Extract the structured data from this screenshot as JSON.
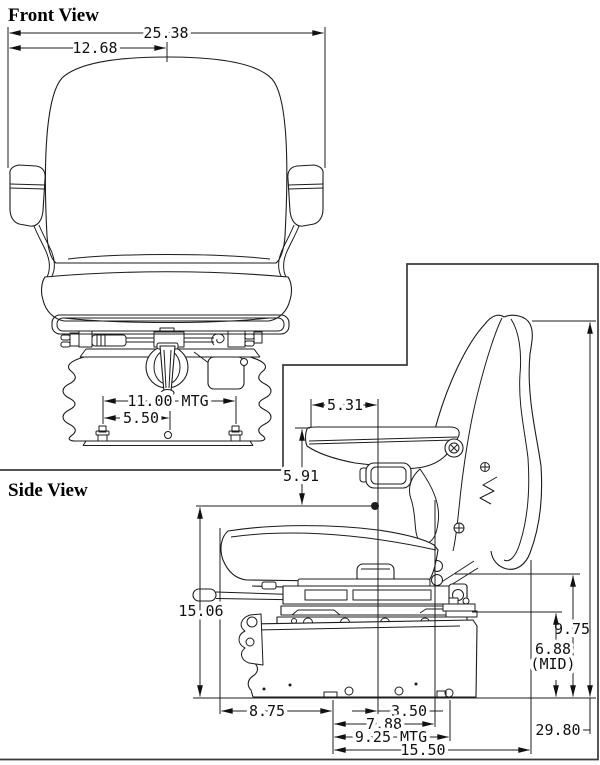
{
  "front_view": {
    "title": "Front View",
    "dims": {
      "overall_width": "25.38",
      "half_width": "12.68",
      "mounting_width": "11.00 MTG",
      "mounting_half_width": "5.50"
    }
  },
  "side_view": {
    "title": "Side View",
    "dims": {
      "armrest_length": "5.31",
      "armrest_drop": "5.91",
      "seat_height": "15.06",
      "suspension_top_height": "9.75",
      "suspension_mid_height": "6.88",
      "suspension_mid_qualifier": "(MID)",
      "overall_height": "29.80",
      "front_overhang": "8.75",
      "rear_offset": "3.50",
      "rail_depth": "7.88",
      "mounting_depth": "9.25 MTG",
      "overall_depth": "15.50"
    }
  },
  "colors": {
    "line": "#1c1c1c",
    "background": "#ffffff"
  }
}
